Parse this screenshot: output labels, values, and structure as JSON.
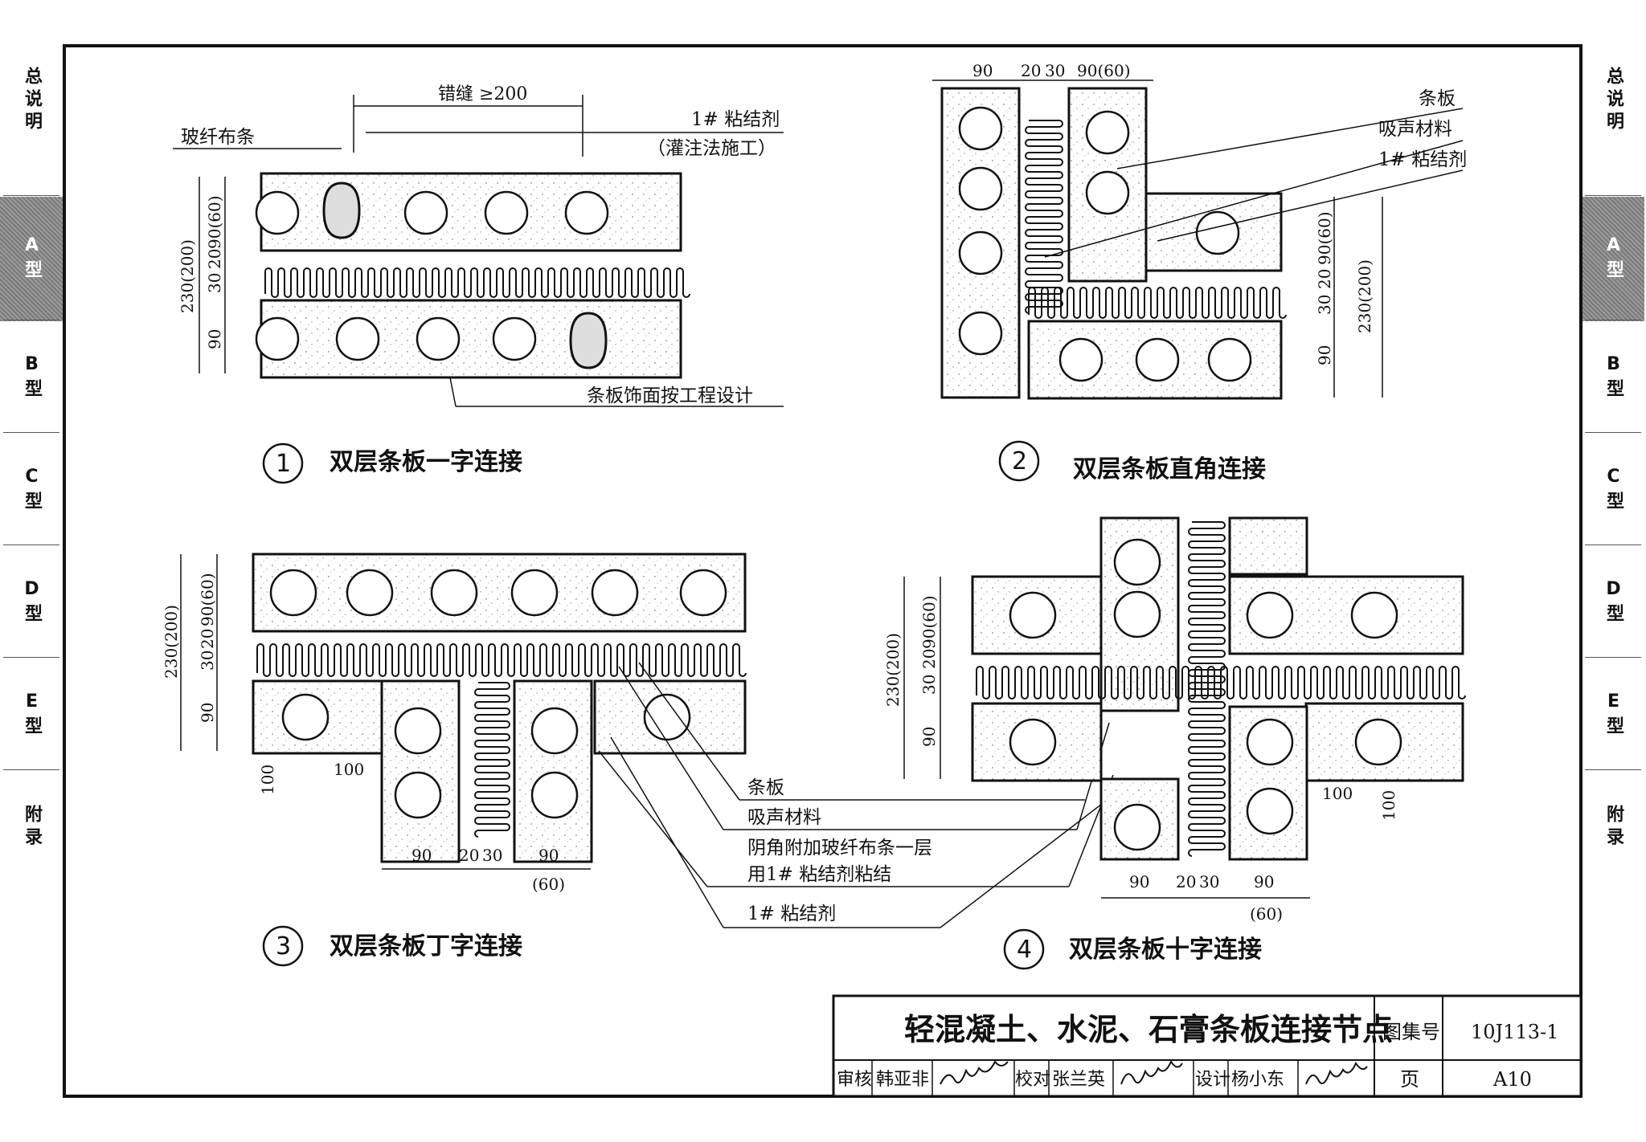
{
  "side_tabs": [
    {
      "label": "总说明",
      "active": false
    },
    {
      "label": "A型",
      "active": true
    },
    {
      "label": "B型",
      "active": false
    },
    {
      "label": "C型",
      "active": false
    },
    {
      "label": "D型",
      "active": false
    },
    {
      "label": "E型",
      "active": false
    },
    {
      "label": "附录",
      "active": false
    }
  ],
  "detail1": {
    "num": "1",
    "title": "双层条板一字连接",
    "dim_top": "错缝 ≥200",
    "label_fiber": "玻纤布条",
    "label_adhesive": "1# 粘结剂",
    "label_adhesive_note": "（灌注法施工）",
    "label_finish": "条板饰面按工程设计",
    "dims_v": [
      "230(200)",
      "90(60)",
      "20",
      "30",
      "90"
    ]
  },
  "detail2": {
    "num": "2",
    "title": "双层条板直角连接",
    "dims_top": [
      "90",
      "20",
      "30",
      "90(60)"
    ],
    "label_panel": "条板",
    "label_sound": "吸声材料",
    "label_adhesive": "1# 粘结剂",
    "dims_v": [
      "230(200)",
      "90(60)",
      "20",
      "30",
      "90"
    ]
  },
  "detail3": {
    "num": "3",
    "title": "双层条板丁字连接",
    "dims_v": [
      "230(200)",
      "90(60)",
      "20",
      "30",
      "90"
    ],
    "dims_bottom": [
      "90",
      "20",
      "30",
      "90",
      "(60)"
    ],
    "dim_100a": "100",
    "dim_100b": "100"
  },
  "detail4": {
    "num": "4",
    "title": "双层条板十字连接",
    "dims_v": [
      "230(200)",
      "90(60)",
      "20",
      "30",
      "90"
    ],
    "dims_bottom": [
      "90",
      "20",
      "30",
      "90",
      "(60)"
    ],
    "dim_100a": "100",
    "dim_100b": "100"
  },
  "shared_labels": {
    "panel": "条板",
    "sound": "吸声材料",
    "corner_line1": "阴角附加玻纤布条一层",
    "corner_line2": "用1# 粘结剂粘结",
    "adhesive": "1# 粘结剂"
  },
  "title_block": {
    "title": "轻混凝土、水泥、石膏条板连接节点",
    "atlas_label": "图集号",
    "atlas_no": "10J113-1",
    "page_label": "页",
    "page_no": "A10",
    "review_label": "审核",
    "review_name": "韩亚非",
    "check_label": "校对",
    "check_name": "张兰英",
    "design_label": "设计",
    "design_name": "杨小东"
  }
}
